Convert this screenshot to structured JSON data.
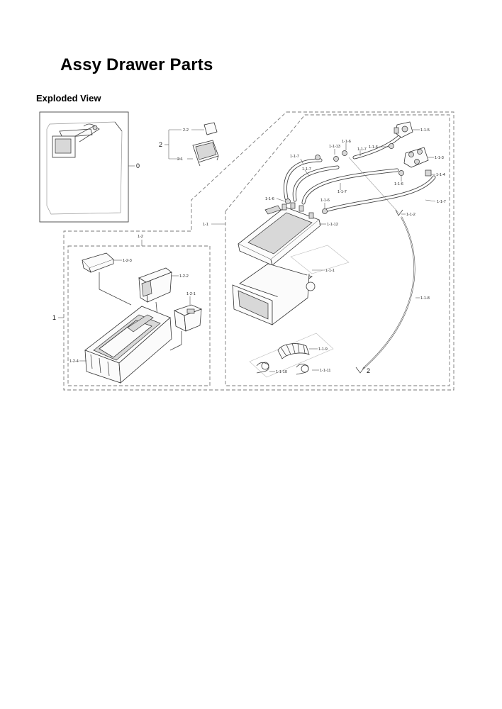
{
  "title": "Assy Drawer Parts",
  "section_title": "Exploded View",
  "callouts": {
    "c0": "0",
    "c1": "1",
    "c2": "2",
    "c2_1": "2-1",
    "c2_2": "2-2",
    "c1_1": "1-1",
    "c1_2": "1-2",
    "c1_2_1": "1-2-1",
    "c1_2_2": "1-2-2",
    "c1_2_3": "1-2-3",
    "c1_2_4": "1-2-4",
    "c1_1_1": "1-1-1",
    "c1_1_2": "1-1-2",
    "c1_1_3": "1-1-3",
    "c1_1_4": "1-1-4",
    "c1_1_5": "1-1-5",
    "c1_1_6": "1-1-6",
    "c1_1_7": "1-1-7",
    "c1_1_8": "1-1-8",
    "c1_1_9": "1-1-9",
    "c1_1_10": "1-1-10",
    "c1_1_11": "1-1-11",
    "c1_1_12": "1-1-12",
    "c1_1_13": "1-1-13",
    "c2_bottom": "2"
  }
}
